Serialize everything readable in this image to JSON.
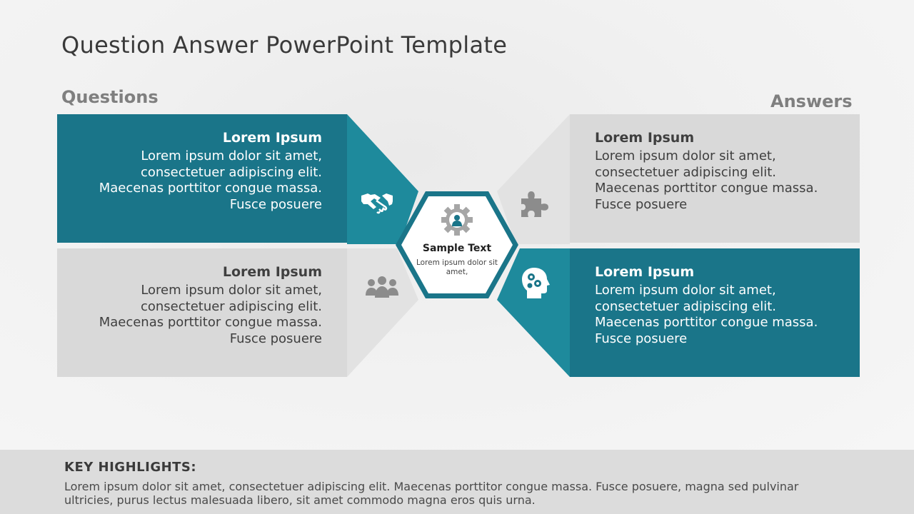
{
  "slide": {
    "title": "Question Answer PowerPoint Template",
    "questions_label": "Questions",
    "answers_label": "Answers"
  },
  "panels": {
    "q1": {
      "heading": "Lorem Ipsum",
      "body": "Lorem ipsum dolor sit amet,\nconsectetuer adipiscing elit.\nMaecenas porttitor congue massa.\nFusce posuere",
      "icon": "handshake-icon"
    },
    "q2": {
      "heading": "Lorem Ipsum",
      "body": "Lorem ipsum dolor sit amet,\nconsectetuer adipiscing elit.\nMaecenas porttitor congue massa.\nFusce posuere",
      "icon": "group-icon"
    },
    "a1": {
      "heading": "Lorem Ipsum",
      "body": "Lorem ipsum dolor sit amet,\nconsectetuer adipiscing elit.\nMaecenas porttitor congue massa.\nFusce posuere",
      "icon": "puzzle-icon"
    },
    "a2": {
      "heading": "Lorem Ipsum",
      "body": "Lorem ipsum dolor sit amet,\nconsectetuer adipiscing elit.\nMaecenas porttitor congue massa.\nFusce posuere",
      "icon": "head-gears-icon"
    }
  },
  "center": {
    "title": "Sample Text",
    "body": "Lorem ipsum dolor sit amet,",
    "icon": "gear-person-icon"
  },
  "footer": {
    "heading": "KEY HIGHLIGHTS:",
    "body": "Lorem ipsum dolor sit amet, consectetuer adipiscing elit. Maecenas porttitor congue massa. Fusce posuere, magna sed pulvinar ultricies, purus lectus malesuada libero, sit amet commodo magna eros quis urna."
  },
  "colors": {
    "teal": "#1a7589",
    "teal_arrow": "#1e8a9c",
    "grey_panel": "#d9d9d9",
    "grey_arrow": "#e4e4e4",
    "heading_grey": "#7f7f7f"
  }
}
